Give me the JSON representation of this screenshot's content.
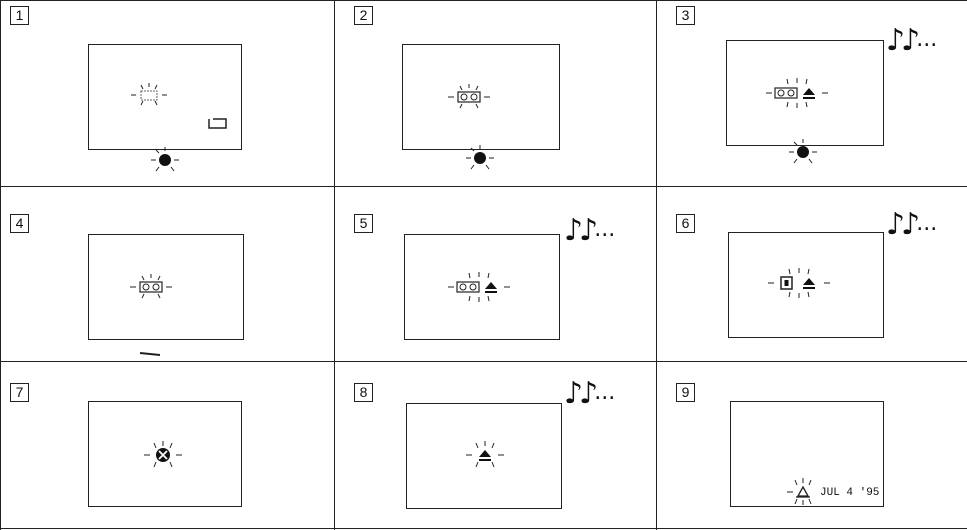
{
  "panels": [
    {
      "number": "1",
      "icons": [
        "flashing-film-icon",
        "blank-frame-icon",
        "indicator-lamp-icon"
      ]
    },
    {
      "number": "2",
      "icons": [
        "flashing-film-cartridge-icon",
        "indicator-lamp-icon"
      ]
    },
    {
      "number": "3",
      "icons": [
        "flashing-film-cartridge-icon",
        "eject-icon",
        "indicator-lamp-icon"
      ],
      "beep": "♪♪",
      "beep_dots": "..."
    },
    {
      "number": "4",
      "icons": [
        "flashing-film-cartridge-icon",
        "arrow-icon"
      ]
    },
    {
      "number": "5",
      "icons": [
        "flashing-film-cartridge-icon",
        "eject-icon"
      ],
      "beep": "♪♪",
      "beep_dots": "..."
    },
    {
      "number": "6",
      "icons": [
        "flashing-battery-icon",
        "eject-icon"
      ],
      "beep": "♪♪",
      "beep_dots": "..."
    },
    {
      "number": "7",
      "icons": [
        "flashing-error-icon"
      ]
    },
    {
      "number": "8",
      "icons": [
        "flashing-eject-icon"
      ],
      "beep": "♪♪",
      "beep_dots": "..."
    },
    {
      "number": "9",
      "icons": [
        "flashing-date-icon"
      ],
      "date": "JUL 4 '95"
    }
  ]
}
